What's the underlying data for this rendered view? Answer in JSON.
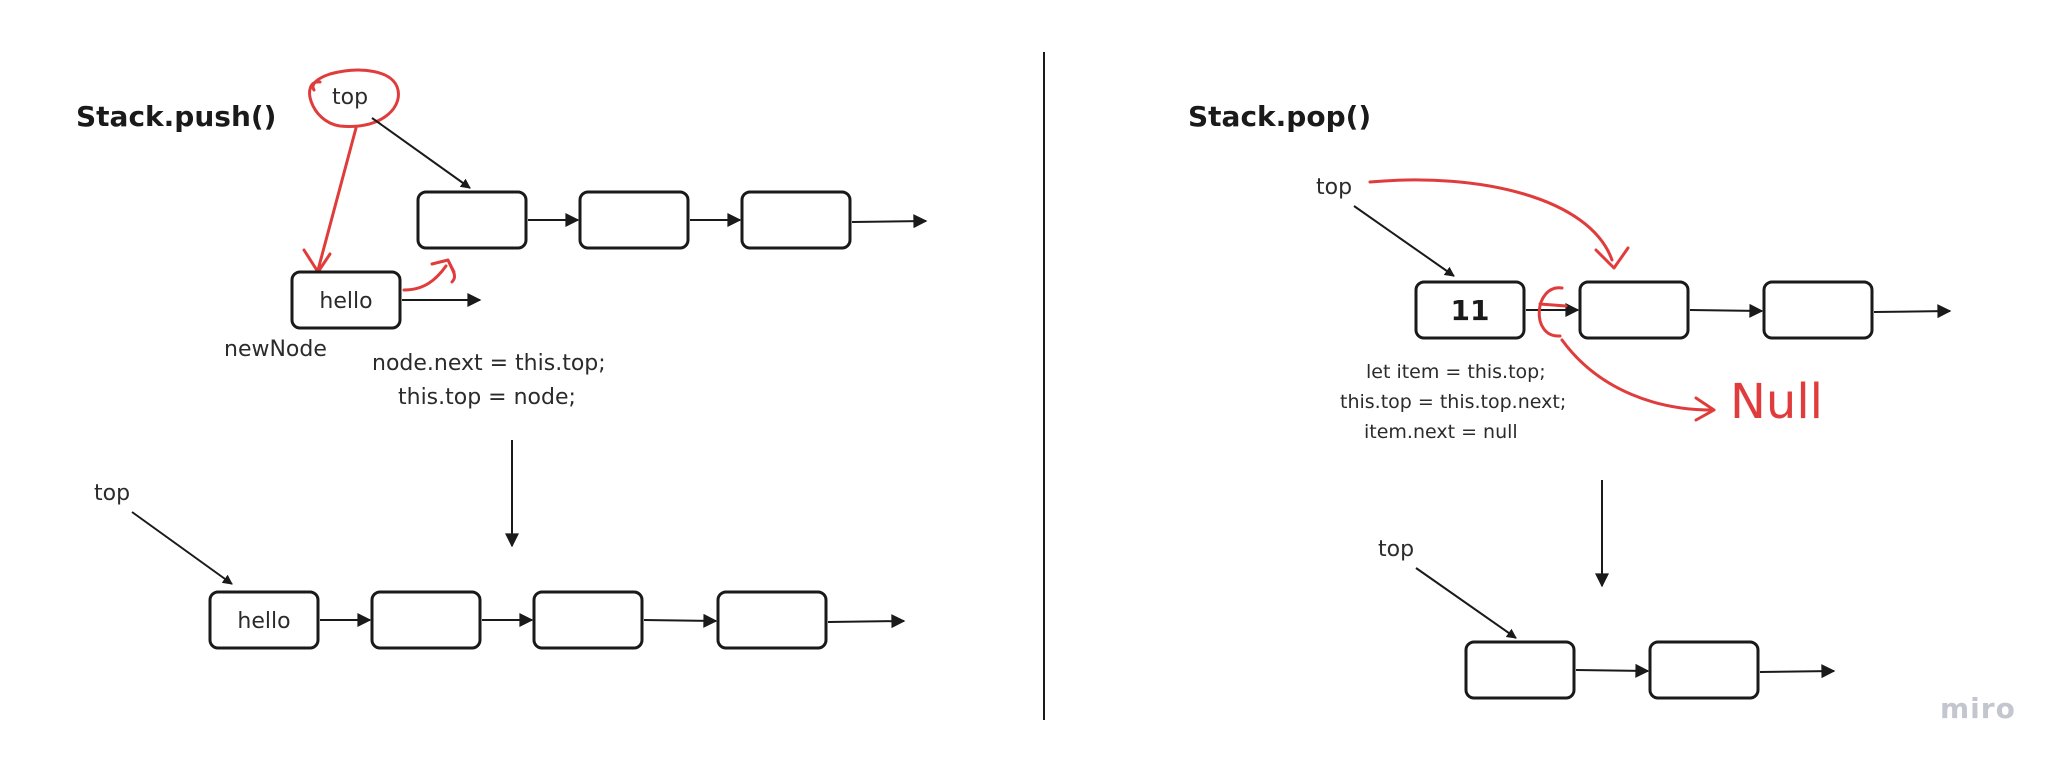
{
  "push": {
    "title": "Stack.push()",
    "top_label": "top",
    "new_node_label": "newNode",
    "new_node_value": "hello",
    "code_lines": [
      "node.next = this.top;",
      "this.top = node;"
    ],
    "after_top_label": "top",
    "after_first_value": "hello"
  },
  "pop": {
    "title": "Stack.pop()",
    "top_label": "top",
    "first_value": "11",
    "null_annotation": "Null",
    "code_lines": [
      "let item = this.top;",
      "this.top = this.top.next;",
      "item.next = null"
    ],
    "after_top_label": "top"
  },
  "brand": "miro",
  "colors": {
    "ink": "#1a1a1a",
    "annotation": "#e03c3c",
    "brand": "#c4c6cf"
  }
}
